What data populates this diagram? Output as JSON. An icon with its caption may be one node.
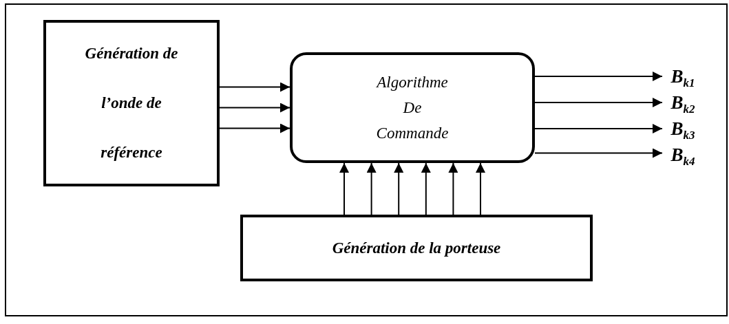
{
  "diagram": {
    "nodes": [
      {
        "text": [],
        "shape": "box"
      },
      {
        "text": [
          "Génération de l’onde de référence"
        ],
        "in": 0
      },
      {
        "text": [
          "Algorithme De Commande"
        ],
        "in": 0
      },
      {
        "text": [
          "Génération de la porteuse"
        ],
        "in": 0
      },
      {
        "text": [
          "B$_{k1}$"
        ],
        "in": 0
      },
      {
        "text": [
          "B$_{k2}$"
        ],
        "in": 0
      },
      {
        "text": [
          "B$_{k3}$"
        ],
        "in": 0
      },
      {
        "text": [
          "B$_{k4}$"
        ],
        "in": 0
      }
    ],
    "edges": [
      {
        "from": 1,
        "to": 2,
        "arrow": "to"
      },
      {
        "from": 1,
        "to": 2,
        "arrow": "to"
      },
      {
        "from": 1,
        "to": 2,
        "arrow": "to"
      },
      {
        "from": 3,
        "to": 2,
        "arrow": "to"
      },
      {
        "from": 3,
        "to": 2,
        "arrow": "to"
      },
      {
        "from": 3,
        "to": 2,
        "arrow": "to"
      },
      {
        "from": 3,
        "to": 2,
        "arrow": "to"
      },
      {
        "from": 3,
        "to": 2,
        "arrow": "to"
      },
      {
        "from": 3,
        "to": 2,
        "arrow": "to"
      },
      {
        "from": 2,
        "to": 4,
        "arrow": "to"
      },
      {
        "from": 2,
        "to": 5,
        "arrow": "to"
      },
      {
        "from": 2,
        "to": 6,
        "arrow": "to"
      },
      {
        "from": 2,
        "to": 7,
        "arrow": "to"
      }
    ]
  }
}
